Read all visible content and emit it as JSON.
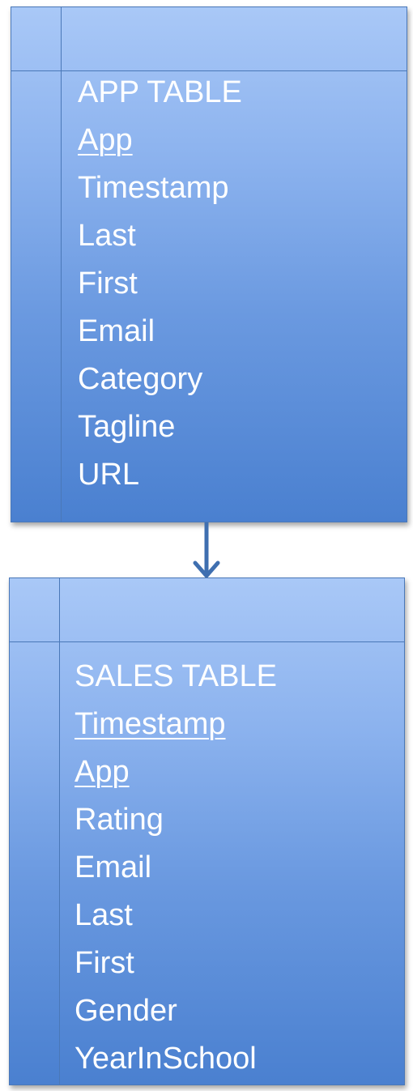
{
  "app_table": {
    "fields": [
      {
        "label": "APP TABLE",
        "key": false
      },
      {
        "label": "App",
        "key": true
      },
      {
        "label": "Timestamp",
        "key": false
      },
      {
        "label": "Last",
        "key": false
      },
      {
        "label": "First",
        "key": false
      },
      {
        "label": "Email",
        "key": false
      },
      {
        "label": "Category",
        "key": false
      },
      {
        "label": "Tagline",
        "key": false
      },
      {
        "label": "URL",
        "key": false
      }
    ]
  },
  "sales_table": {
    "fields": [
      {
        "label": "SALES TABLE",
        "key": false
      },
      {
        "label": "Timestamp",
        "key": true
      },
      {
        "label": "App",
        "key": true
      },
      {
        "label": "Rating",
        "key": false
      },
      {
        "label": "Email",
        "key": false
      },
      {
        "label": "Last",
        "key": false
      },
      {
        "label": "First",
        "key": false
      },
      {
        "label": "Gender",
        "key": false
      },
      {
        "label": "YearInSchool",
        "key": false
      }
    ]
  },
  "colors": {
    "entity_top": "#a9c8f7",
    "entity_bottom": "#4a80d0",
    "border": "#4a78b8",
    "text": "#ffffff",
    "arrow": "#3f6fb0"
  }
}
